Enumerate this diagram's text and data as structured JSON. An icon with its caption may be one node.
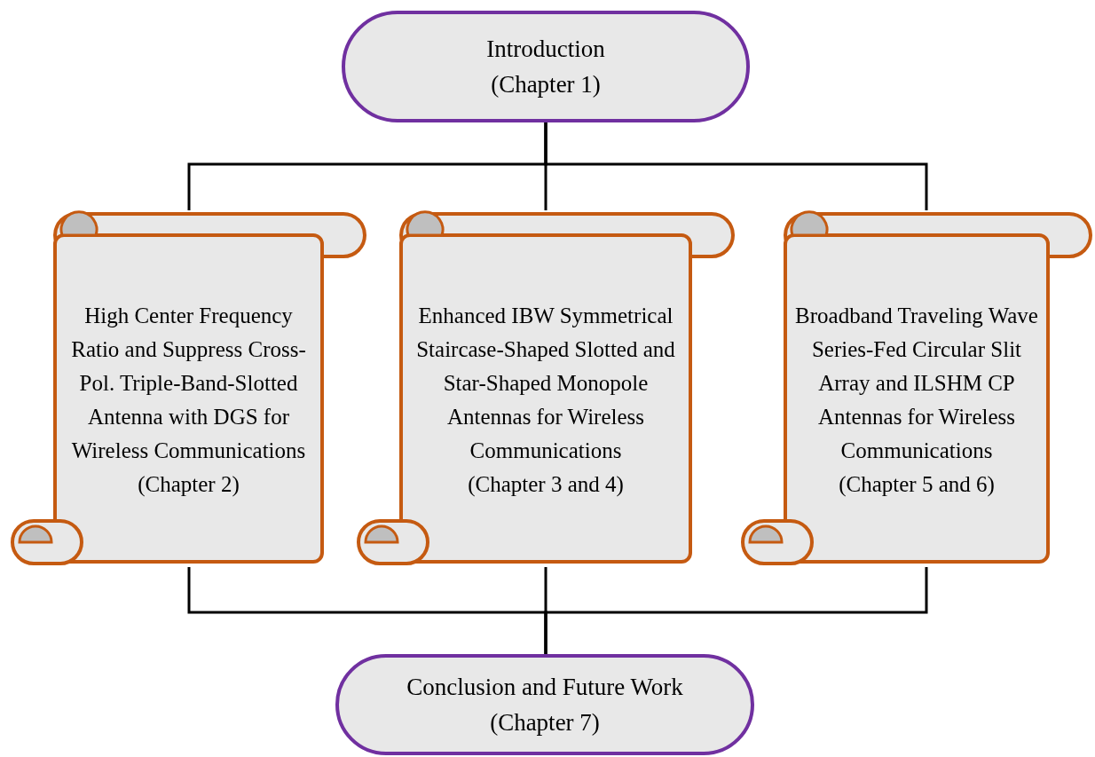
{
  "diagram": {
    "nodes": [
      {
        "text": [
          "Introduction",
          "(Chapter 1)"
        ]
      },
      {
        "text": [
          "High Center Frequency Ratio and Suppress Cross-Pol. Triple-Band-Slotted Antenna with DGS for Wireless Communications",
          "(Chapter 2)"
        ]
      },
      {
        "text": [
          "Enhanced IBW Symmetrical Staircase-Shaped Slotted and Star-Shaped Monopole Antennas for Wireless Communications",
          "(Chapter 3 and 4)"
        ]
      },
      {
        "text": [
          "Broadband Traveling Wave Series-Fed Circular Slit Array and ILSHM CP Antennas for Wireless Communications",
          "(Chapter 5 and 6)"
        ]
      },
      {
        "text": [
          "Conclusion and Future Work",
          "(Chapter 7)"
        ]
      }
    ],
    "edges": [
      {
        "from": 0,
        "to": 1,
        "arrow": "none"
      },
      {
        "from": 0,
        "to": 2,
        "arrow": "none"
      },
      {
        "from": 0,
        "to": 3,
        "arrow": "none"
      },
      {
        "from": 1,
        "to": 4,
        "arrow": "none"
      },
      {
        "from": 2,
        "to": 4,
        "arrow": "none"
      },
      {
        "from": 3,
        "to": 4,
        "arrow": "none"
      }
    ]
  }
}
